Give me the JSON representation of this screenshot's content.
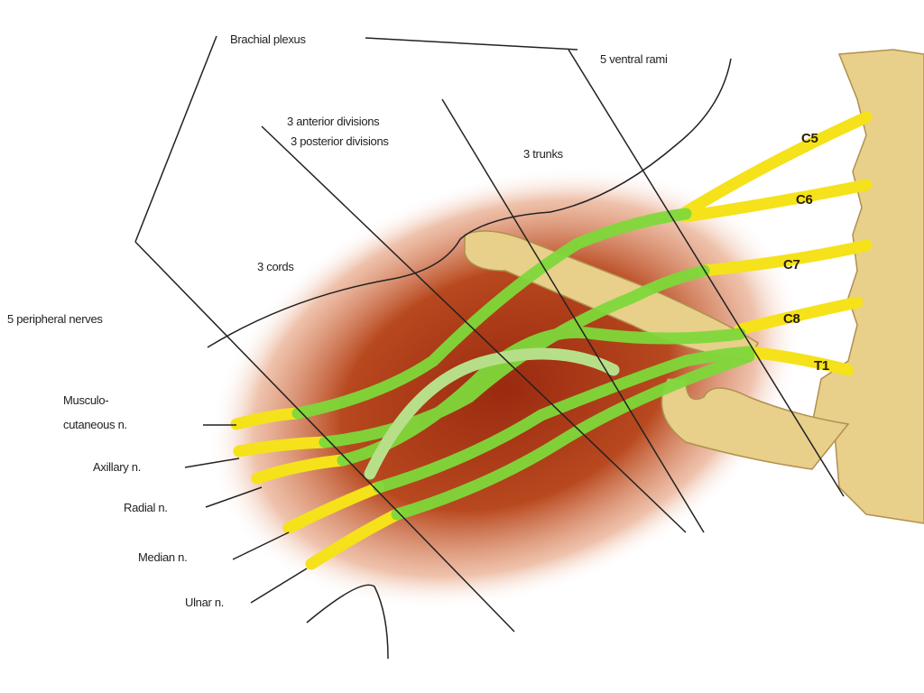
{
  "labels": {
    "brachial_plexus": "Brachial plexus",
    "ventral_rami": "5 ventral rami",
    "anterior_divisions": "3 anterior divisions",
    "posterior_divisions": "3 posterior divisions",
    "trunks": "3 trunks",
    "cords": "3 cords",
    "peripheral_nerves": "5 peripheral nerves"
  },
  "nerves": {
    "musculocutaneous_line1": "Musculo-",
    "musculocutaneous_line2": "cutaneous n.",
    "axillary": "Axillary n.",
    "radial": "Radial n.",
    "median": "Median n.",
    "ulnar": "Ulnar n."
  },
  "roots": [
    "C5",
    "C6",
    "C7",
    "C8",
    "T1"
  ],
  "colors": {
    "nerve_root": "#f5e21a",
    "cord": "#7fd83a",
    "bone": "#e8cf8a",
    "tissue": "#a8321a"
  }
}
